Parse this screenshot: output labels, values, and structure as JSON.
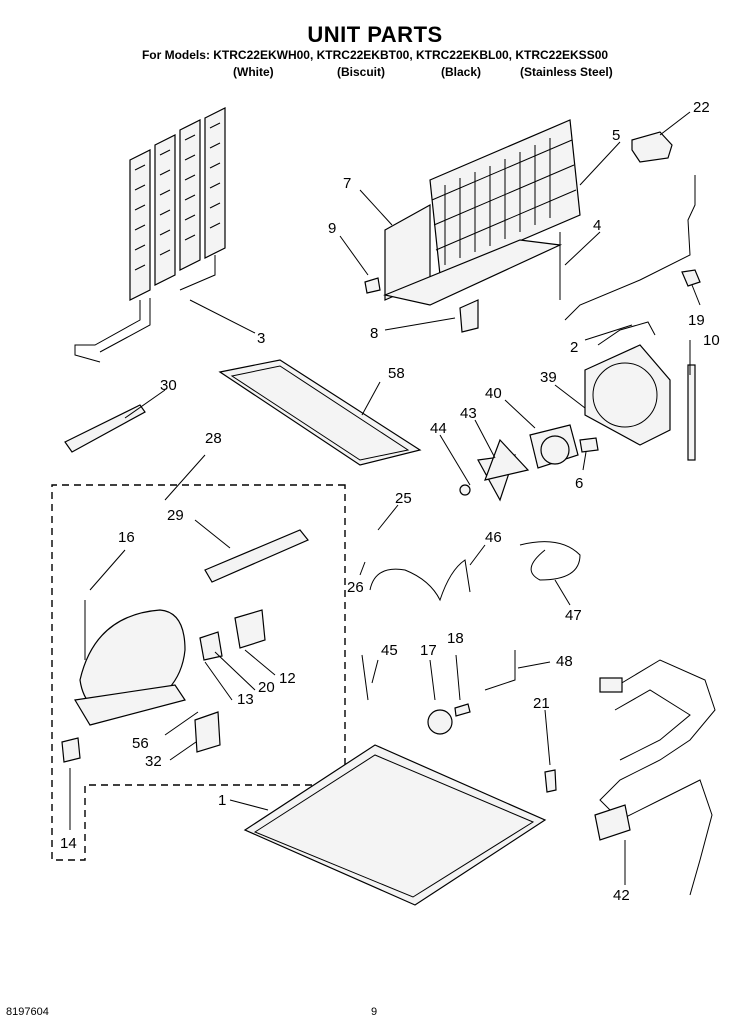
{
  "header": {
    "title": "UNIT PARTS",
    "models_line": "For Models: KTRC22EKWH00, KTRC22EKBT00, KTRC22EKBL00, KTRC22EKSS00",
    "variants": [
      "(White)",
      "(Biscuit)",
      "(Black)",
      "(Stainless Steel)"
    ]
  },
  "labels": {
    "p1": "1",
    "p2": "2",
    "p3": "3",
    "p4": "4",
    "p5": "5",
    "p6": "6",
    "p7": "7",
    "p8": "8",
    "p9": "9",
    "p10": "10",
    "p12": "12",
    "p13": "13",
    "p14": "14",
    "p16": "16",
    "p17": "17",
    "p18": "18",
    "p19": "19",
    "p20": "20",
    "p21": "21",
    "p22": "22",
    "p25": "25",
    "p26": "26",
    "p28": "28",
    "p29": "29",
    "p30": "30",
    "p32": "32",
    "p39": "39",
    "p40": "40",
    "p42": "42",
    "p43": "43",
    "p44": "44",
    "p45": "45",
    "p46": "46",
    "p47": "47",
    "p48": "48",
    "p56": "56",
    "p58": "58"
  },
  "footer": {
    "doc_number": "8197604",
    "page_number": "9"
  }
}
